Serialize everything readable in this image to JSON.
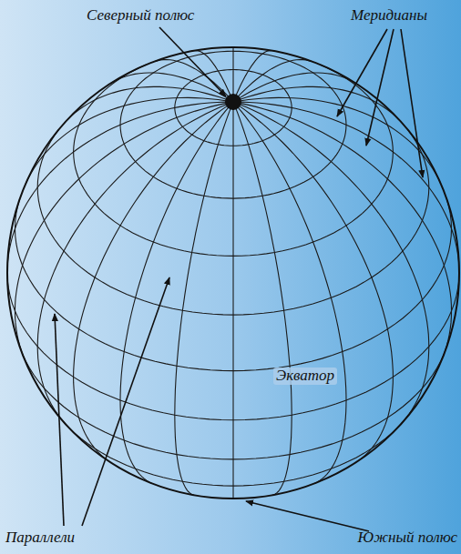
{
  "diagram": {
    "labels": [
      "Северный полюс",
      "Меридианы",
      "Экватор",
      "Параллели",
      "Южный полюс"
    ]
  }
}
